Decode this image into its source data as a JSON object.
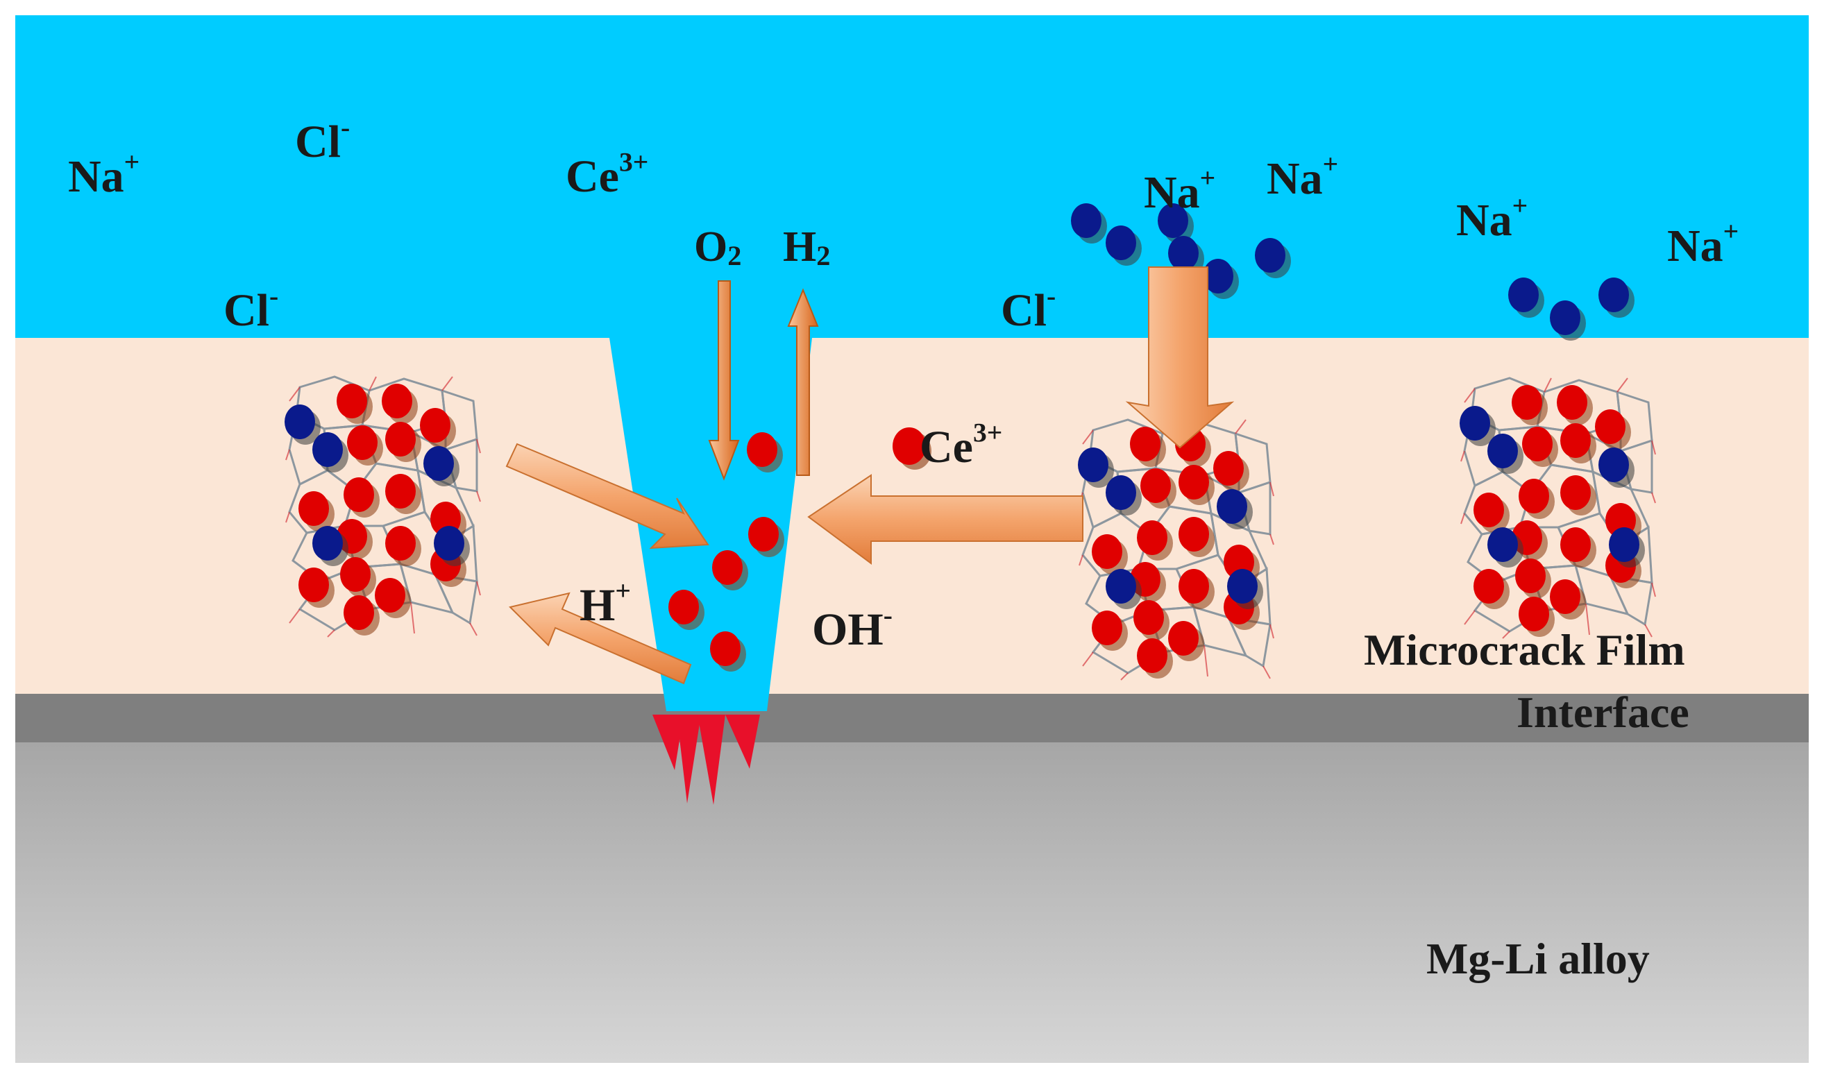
{
  "labels": {
    "na_1": {
      "base": "Na",
      "sup": "+"
    },
    "cl_1": {
      "base": "Cl",
      "sup": "-"
    },
    "ce_1": {
      "base": "Ce",
      "sup": "3+"
    },
    "cl_2": {
      "base": "Cl",
      "sup": "-"
    },
    "o2": {
      "base": "O",
      "sub": "2"
    },
    "h2": {
      "base": "H",
      "sub": "2"
    },
    "na_2": {
      "base": "Na",
      "sup": "+"
    },
    "na_3": {
      "base": "Na",
      "sup": "+"
    },
    "na_4": {
      "base": "Na",
      "sup": "+"
    },
    "na_5": {
      "base": "Na",
      "sup": "+"
    },
    "cl_3": {
      "base": "Cl",
      "sup": "-"
    },
    "ce_2": {
      "base": "Ce",
      "sup": "3+"
    },
    "h_plus": {
      "base": "H",
      "sup": "+"
    },
    "oh": {
      "base": "OH",
      "sup": "-"
    }
  },
  "layers": {
    "film": "Microcrack Film",
    "interface": "Interface",
    "alloy": "Mg-Li alloy"
  },
  "colors": {
    "solution": "#00ccff",
    "film": "#fbe6d6",
    "interface": "#7f7f7f",
    "alloy_top": "#a6a6a6",
    "alloy_bottom": "#d4d4d4",
    "ce_particle": "#e00000",
    "na_particle": "#0a1a8c",
    "arrow": "#f4a46c",
    "gas_arrow": "#e87a30",
    "corrosion_spike": "#e8102a"
  }
}
